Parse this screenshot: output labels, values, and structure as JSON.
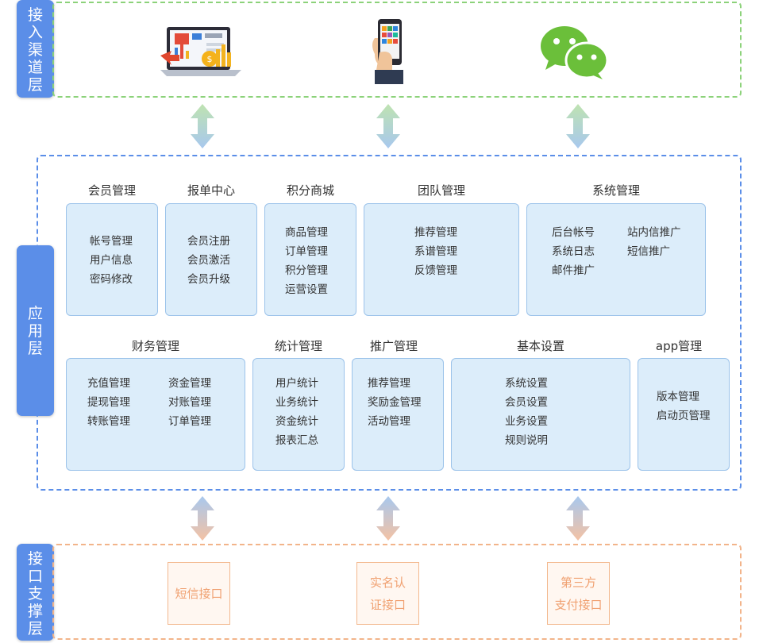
{
  "layers": {
    "channel": "接入渠道层",
    "application": "应用层",
    "interface": "接口支撑层"
  },
  "channel_icons": [
    "computer-icon",
    "mobile-phone-icon",
    "wechat-icon"
  ],
  "modules": {
    "member": {
      "title": "会员管理",
      "items": [
        "帐号管理",
        "用户信息",
        "密码修改"
      ]
    },
    "report": {
      "title": "报单中心",
      "items": [
        "会员注册",
        "会员激活",
        "会员升级"
      ]
    },
    "mall": {
      "title": "积分商城",
      "items": [
        "商品管理",
        "订单管理",
        "积分管理",
        "运营设置"
      ]
    },
    "team": {
      "title": "团队管理",
      "items": [
        "推荐管理",
        "系谱管理",
        "反馈管理"
      ]
    },
    "system": {
      "title": "系统管理",
      "col1": [
        "后台帐号",
        "系统日志",
        "邮件推广"
      ],
      "col2": [
        "站内信推广",
        "短信推广"
      ]
    },
    "finance": {
      "title": "财务管理",
      "col1": [
        "充值管理",
        "提现管理",
        "转账管理"
      ],
      "col2": [
        "资金管理",
        "对账管理",
        "订单管理"
      ]
    },
    "stats": {
      "title": "统计管理",
      "items": [
        "用户统计",
        "业务统计",
        "资金统计",
        "报表汇总"
      ]
    },
    "promo": {
      "title": "推广管理",
      "items": [
        "推荐管理",
        "奖励金管理",
        "活动管理"
      ]
    },
    "basic": {
      "title": "基本设置",
      "items": [
        "系统设置",
        "会员设置",
        "业务设置",
        "规则说明"
      ]
    },
    "app": {
      "title": "app管理",
      "items": [
        "版本管理",
        "启动页管理"
      ]
    }
  },
  "interfaces": {
    "sms": {
      "line1": "短信接口",
      "line2": ""
    },
    "auth": {
      "line1": "实名认",
      "line2": "证接口"
    },
    "pay": {
      "line1": "第三方",
      "line2": "支付接口"
    }
  },
  "colors": {
    "layer_label_bg": "#5b8ee8",
    "channel_border": "#8cd27a",
    "app_border": "#5b8ee8",
    "interface_border": "#f2b48a",
    "module_fill": "#dcedfa",
    "interface_text": "#f0a070"
  }
}
